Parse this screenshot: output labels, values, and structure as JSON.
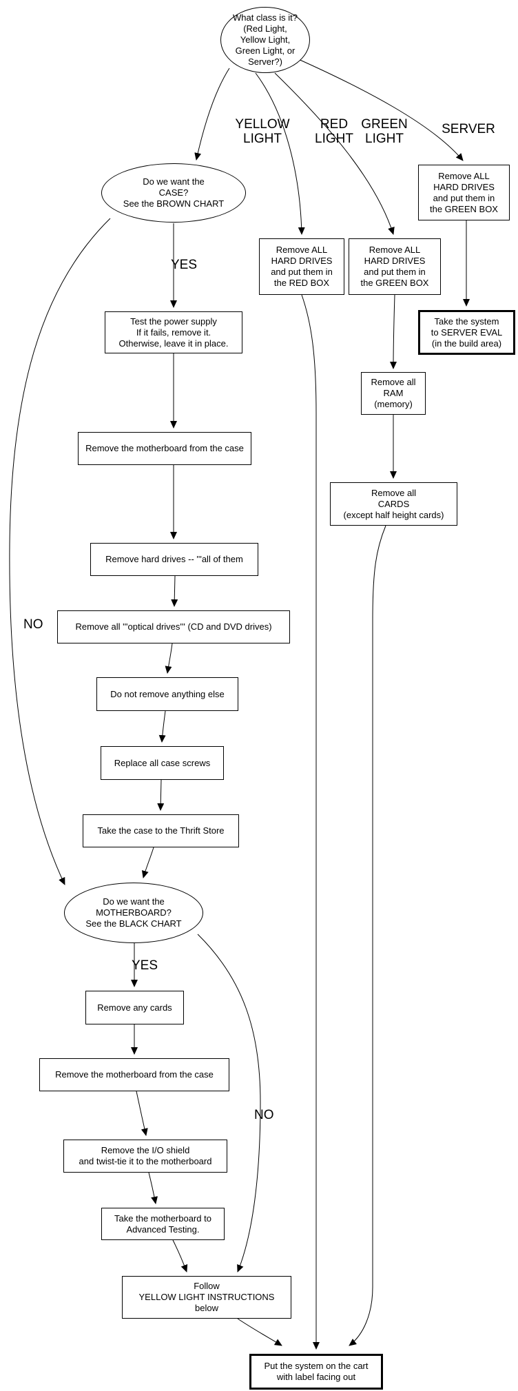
{
  "diagram": {
    "type": "flowchart",
    "background_color": "#ffffff",
    "line_color": "#000000",
    "text_color": "#000000"
  },
  "nodes": {
    "what_class": {
      "shape": "ellipse",
      "text": "What class is it?\n(Red Light,\nYellow Light,\nGreen Light, or\nServer?)"
    },
    "want_case": {
      "shape": "ellipse",
      "text": "Do we want the\nCASE?\nSee the BROWN CHART"
    },
    "red_drives": {
      "shape": "box",
      "text": "Remove ALL\nHARD DRIVES\nand put them in\nthe RED BOX"
    },
    "green_drives": {
      "shape": "box",
      "text": "Remove ALL\nHARD DRIVES\nand put them in\nthe GREEN BOX"
    },
    "server_drives": {
      "shape": "box",
      "text": "Remove ALL\nHARD DRIVES\nand put them in\nthe GREEN BOX"
    },
    "server_eval": {
      "shape": "box-bold",
      "text": "Take the system\nto SERVER EVAL\n(in the build area)"
    },
    "ram": {
      "shape": "box",
      "text": "Remove all\nRAM\n(memory)"
    },
    "cards": {
      "shape": "box",
      "text": "Remove all\nCARDS\n(except half height cards)"
    },
    "test_psu": {
      "shape": "box",
      "text": "Test the power supply\nIf it fails, remove it.\nOtherwise, leave it in place."
    },
    "mobo_case_1": {
      "shape": "box",
      "text": "Remove the motherboard from the case"
    },
    "hard_drives": {
      "shape": "box",
      "text": "Remove hard drives -- '''all of them"
    },
    "optical_drives": {
      "shape": "box",
      "text": "Remove all '''optical drives''' (CD and DVD drives)"
    },
    "nothing_else": {
      "shape": "box",
      "text": "Do not remove anything else"
    },
    "case_screws": {
      "shape": "box",
      "text": "Replace all case screws"
    },
    "thrift_store": {
      "shape": "box",
      "text": "Take the case to the Thrift Store"
    },
    "want_mobo": {
      "shape": "ellipse",
      "text": "Do we want the\nMOTHERBOARD?\nSee the BLACK CHART"
    },
    "any_cards": {
      "shape": "box",
      "text": "Remove any cards"
    },
    "mobo_case_2": {
      "shape": "box",
      "text": "Remove the motherboard from the case"
    },
    "io_shield": {
      "shape": "box",
      "text": "Remove the I/O shield\nand twist-tie it to the motherboard"
    },
    "adv_testing": {
      "shape": "box",
      "text": "Take the motherboard to\nAdvanced Testing."
    },
    "follow_yellow": {
      "shape": "box",
      "text": "Follow\nYELLOW LIGHT INSTRUCTIONS\nbelow"
    },
    "cart": {
      "shape": "box-bold",
      "text": "Put the system on the cart\nwith label facing out"
    }
  },
  "edge_labels": {
    "yellow_light": "YELLOW\nLIGHT",
    "red_light": "RED\nLIGHT",
    "green_light": "GREEN\nLIGHT",
    "server": "SERVER",
    "case_yes": "YES",
    "case_no": "NO",
    "mobo_yes": "YES",
    "mobo_no": "NO"
  }
}
